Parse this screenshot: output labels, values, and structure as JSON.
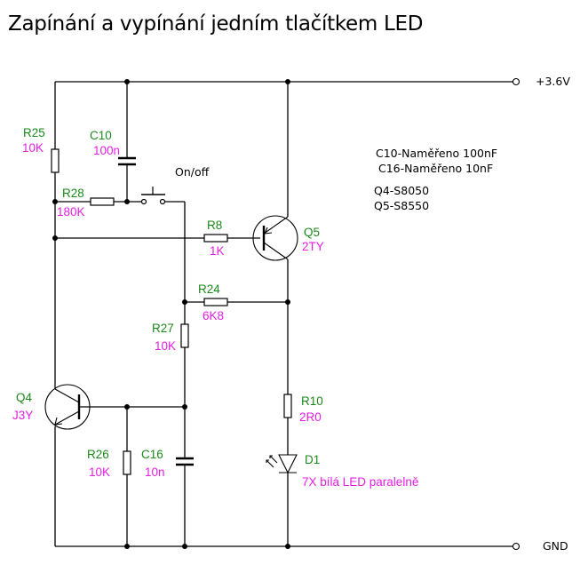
{
  "title": "Zapínání a vypínání jedním tlačítkem LED",
  "ports": {
    "vcc": "+3.6V",
    "gnd": "GND"
  },
  "switch_label": "On/off",
  "notes": [
    "C10-Naměřeno 100nF",
    "C16-Naměřeno 10nF",
    "Q4-S8050",
    "Q5-S8550"
  ],
  "components": {
    "R25": {
      "ref": "R25",
      "value": "10K",
      "type": "resistor"
    },
    "C10": {
      "ref": "C10",
      "value": "100n",
      "type": "capacitor"
    },
    "R28": {
      "ref": "R28",
      "value": "180K",
      "type": "resistor"
    },
    "R8": {
      "ref": "R8",
      "value": "1K",
      "type": "resistor"
    },
    "Q5": {
      "ref": "Q5",
      "value": "2TY",
      "type": "pnp-transistor"
    },
    "R24": {
      "ref": "R24",
      "value": "6K8",
      "type": "resistor"
    },
    "R27": {
      "ref": "R27",
      "value": "10K",
      "type": "resistor"
    },
    "Q4": {
      "ref": "Q4",
      "value": "J3Y",
      "type": "npn-transistor"
    },
    "R26": {
      "ref": "R26",
      "value": "10K",
      "type": "resistor"
    },
    "C16": {
      "ref": "C16",
      "value": "10n",
      "type": "capacitor"
    },
    "R10": {
      "ref": "R10",
      "value": "2R0",
      "type": "resistor"
    },
    "D1": {
      "ref": "D1",
      "value": "7X bílá LED paralelně",
      "type": "led"
    }
  },
  "colors": {
    "wire": "#000000",
    "ref_label": "#1a8a1a",
    "value_label": "#e61ee6"
  }
}
